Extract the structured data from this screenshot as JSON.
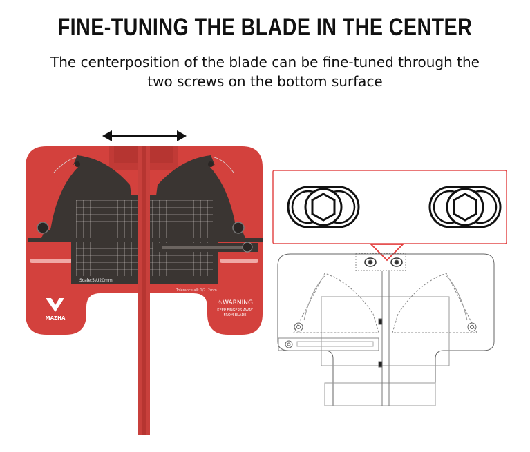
{
  "header": {
    "title": "FINE-TUNING THE BLADE IN THE CENTER",
    "subtitle_line1": "The centerposition of the blade can be fine-tuned through the",
    "subtitle_line2": "two screws on the bottom surface"
  },
  "jig": {
    "brand": "MAZHA",
    "warning_title": "⚠WARNING",
    "warning_line1": "KEEP FINGERS AWAY",
    "warning_line2": "FROM BLADE",
    "scale_label": "Scale:5\\U20mm",
    "tolerance_label": "Tolerance all: 1/2 .2mm",
    "colors": {
      "body": "#d3413d",
      "plate": "#3a3532",
      "slot": "#f0a8a5"
    }
  },
  "callout": {
    "border_color": "#e44b4b",
    "triangle_color": "#e43b3b"
  }
}
